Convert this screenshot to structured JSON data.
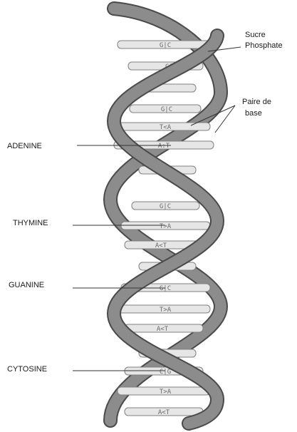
{
  "labels": {
    "sugar_phosphate": [
      "Sucre",
      "Phosphate"
    ],
    "base_pair": [
      "Paire de",
      "base"
    ],
    "adenine": "ADENINE",
    "thymine": "THYMINE",
    "guanine": "GUANINE",
    "cytosine": "CYTOSINE"
  },
  "base_pairs": [
    "G|C",
    "C|G",
    "G|C",
    "T<A",
    "A:T",
    "G|C",
    "T>A",
    "A<T",
    "G|C",
    "T>A",
    "A<T",
    "C|G",
    "T>A",
    "A<T"
  ],
  "colors": {
    "strand_fill": "#8c8c8c",
    "strand_stroke": "#4a4a4a",
    "rung_fill": "#e6e6e6",
    "rung_stroke": "#808080",
    "leader_line": "#333333"
  }
}
